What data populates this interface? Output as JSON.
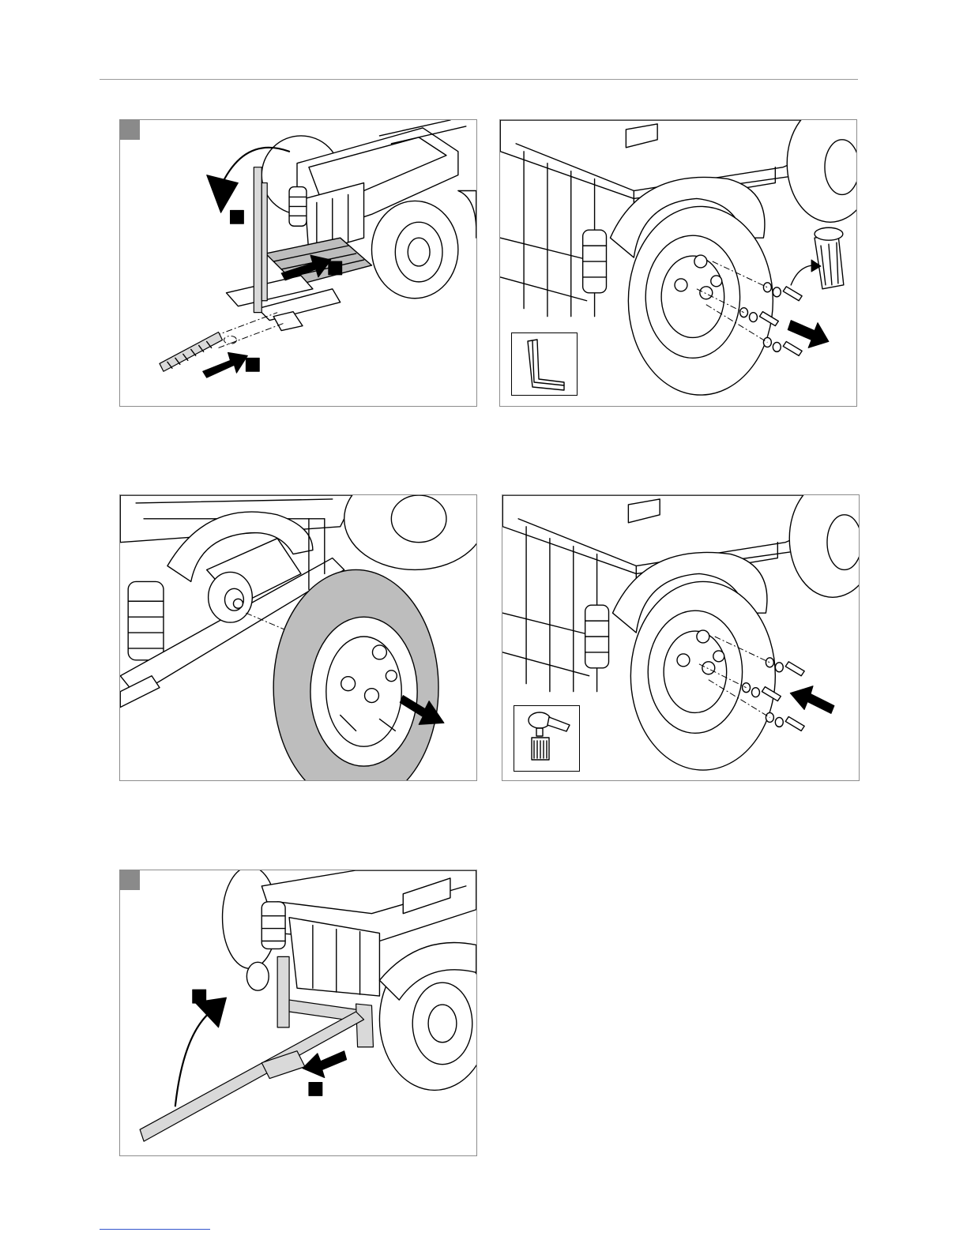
{
  "page": {
    "figures": [
      {
        "id": "fig-1",
        "caption": ""
      },
      {
        "id": "fig-2",
        "caption": ""
      },
      {
        "id": "fig-3",
        "caption": ""
      },
      {
        "id": "fig-4",
        "caption": ""
      },
      {
        "id": "fig-5",
        "caption": ""
      }
    ],
    "icons": {
      "curved_arrow": "curved-arrow-icon",
      "push_arrow": "push-arrow-icon",
      "step_marker": "step-marker-icon",
      "hex_key": "hex-key-icon",
      "torque_wrench": "torque-wrench-icon",
      "bin": "trash-bin-icon"
    },
    "colors": {
      "tab": "#8a8a8a",
      "border": "#8c8c8c",
      "wheel_highlight": "#bdbdbd"
    }
  }
}
